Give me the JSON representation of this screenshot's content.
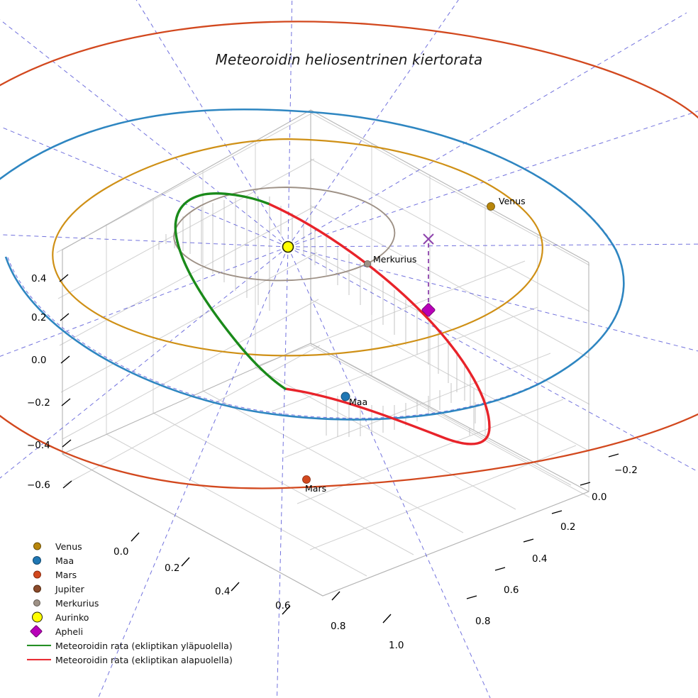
{
  "title": "Meteoroidin heliosentrinen kiertorata",
  "axes": {
    "z_ticks": [
      "0.4",
      "0.2",
      "0.0",
      "−0.2",
      "−0.4",
      "−0.6"
    ],
    "x_ticks": [
      "0.0",
      "0.2",
      "0.4",
      "0.6",
      "0.8",
      "1.0"
    ],
    "y_ticks": [
      "−0.2",
      "0.0",
      "0.2",
      "0.4",
      "0.6",
      "0.8"
    ]
  },
  "annotations": [
    {
      "name": "venus",
      "label": "Venus"
    },
    {
      "name": "merkurius",
      "label": "Merkurius"
    },
    {
      "name": "maa",
      "label": "Maa"
    },
    {
      "name": "mars",
      "label": "Mars"
    }
  ],
  "legend": {
    "items": [
      {
        "label": "Venus",
        "marker": "circle",
        "color": "#b8860b",
        "size": 8
      },
      {
        "label": "Maa",
        "marker": "circle",
        "color": "#1f77b4",
        "size": 9
      },
      {
        "label": "Mars",
        "marker": "circle",
        "color": "#d2481e",
        "size": 8
      },
      {
        "label": "Jupiter",
        "marker": "circle",
        "color": "#8b4a2b",
        "size": 8
      },
      {
        "label": "Merkurius",
        "marker": "circle",
        "color": "#9e9186",
        "size": 7
      },
      {
        "label": "Aurinko",
        "marker": "circle",
        "color": "#ffff00",
        "size": 12,
        "edge": "#333300"
      },
      {
        "label": "Apheli",
        "marker": "diamond",
        "color": "#b800b8",
        "size": 11
      },
      {
        "label": "Meteoroidin rata (ekliptikan yläpuolella)",
        "marker": "line",
        "color": "#1a8a1a"
      },
      {
        "label": "Meteoroidin rata (ekliptikan alapuolella)",
        "marker": "line",
        "color": "#e8232a"
      }
    ]
  },
  "chart_data": {
    "type": "line",
    "title": "Meteoroidin heliosentrinen kiertorata",
    "projection": "3d",
    "xlabel": "",
    "ylabel": "",
    "zlabel": "",
    "xlim": [
      -0.1,
      1.1
    ],
    "ylim": [
      -0.3,
      0.9
    ],
    "zlim": [
      -0.7,
      0.5
    ],
    "grid": true,
    "legend_position": "lower left",
    "series": [
      {
        "name": "Merkurius orbit",
        "color": "#9e9186",
        "kind": "orbit_ellipse",
        "semi_major_au": 0.387
      },
      {
        "name": "Venus orbit",
        "color": "#cf9016",
        "kind": "orbit_ellipse",
        "semi_major_au": 0.723
      },
      {
        "name": "Maa orbit",
        "color": "#2e86c1",
        "kind": "orbit_ellipse",
        "semi_major_au": 1.0
      },
      {
        "name": "Mars orbit",
        "color": "#d2481e",
        "kind": "orbit_ellipse",
        "semi_major_au": 1.524
      },
      {
        "name": "Meteoroidin rata (ekliptikan yläpuolella)",
        "color": "#1a8a1a",
        "kind": "meteoroid_above"
      },
      {
        "name": "Meteoroidin rata (ekliptikan alapuolella)",
        "color": "#e8232a",
        "kind": "meteoroid_below"
      }
    ],
    "markers": [
      {
        "name": "Aurinko",
        "color": "#ffff00",
        "shape": "circle",
        "at": "origin"
      },
      {
        "name": "Venus",
        "color": "#b8860b",
        "shape": "circle"
      },
      {
        "name": "Maa",
        "color": "#1f77b4",
        "shape": "circle"
      },
      {
        "name": "Mars",
        "color": "#d2481e",
        "shape": "circle"
      },
      {
        "name": "Merkurius",
        "color": "#9e9186",
        "shape": "circle"
      },
      {
        "name": "Apheli",
        "color": "#b800b8",
        "shape": "diamond"
      },
      {
        "name": "Apheli projection",
        "color": "#8e44ad",
        "shape": "x"
      }
    ]
  }
}
